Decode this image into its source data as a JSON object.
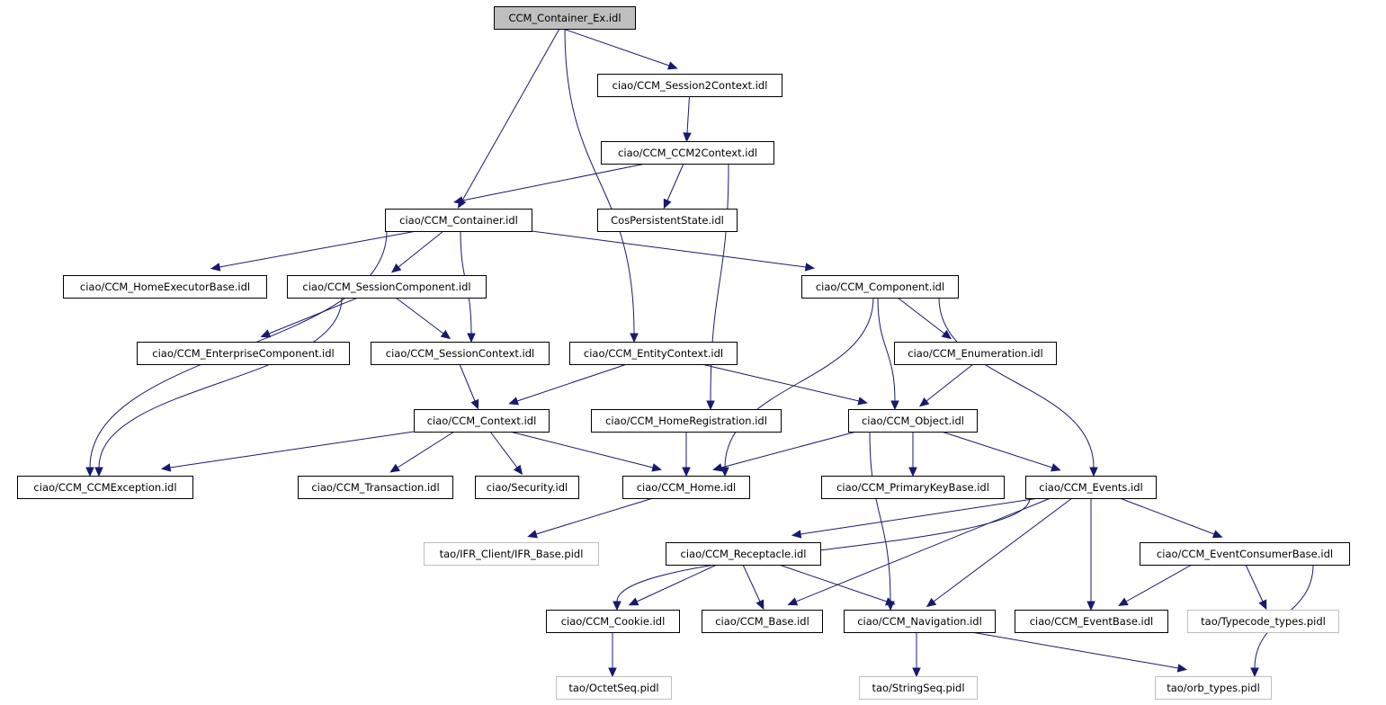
{
  "graph": {
    "nodes": [
      {
        "id": "root",
        "label": "CCM_Container_Ex.idl",
        "style": "root"
      },
      {
        "id": "s2ctx",
        "label": "ciao/CCM_Session2Context.idl"
      },
      {
        "id": "ccm2ctx",
        "label": "ciao/CCM_CCM2Context.idl"
      },
      {
        "id": "container",
        "label": "ciao/CCM_Container.idl"
      },
      {
        "id": "cospers",
        "label": "CosPersistentState.idl"
      },
      {
        "id": "homeexec",
        "label": "ciao/CCM_HomeExecutorBase.idl"
      },
      {
        "id": "sesscomp",
        "label": "ciao/CCM_SessionComponent.idl"
      },
      {
        "id": "component",
        "label": "ciao/CCM_Component.idl"
      },
      {
        "id": "entcomp",
        "label": "ciao/CCM_EnterpriseComponent.idl"
      },
      {
        "id": "sessctx",
        "label": "ciao/CCM_SessionContext.idl"
      },
      {
        "id": "entityctx",
        "label": "ciao/CCM_EntityContext.idl"
      },
      {
        "id": "enumeration",
        "label": "ciao/CCM_Enumeration.idl"
      },
      {
        "id": "context",
        "label": "ciao/CCM_Context.idl"
      },
      {
        "id": "homereg",
        "label": "ciao/CCM_HomeRegistration.idl"
      },
      {
        "id": "object",
        "label": "ciao/CCM_Object.idl"
      },
      {
        "id": "ccmexc",
        "label": "ciao/CCM_CCMException.idl"
      },
      {
        "id": "transaction",
        "label": "ciao/CCM_Transaction.idl"
      },
      {
        "id": "security",
        "label": "ciao/Security.idl"
      },
      {
        "id": "home",
        "label": "ciao/CCM_Home.idl"
      },
      {
        "id": "pkbase",
        "label": "ciao/CCM_PrimaryKeyBase.idl"
      },
      {
        "id": "events",
        "label": "ciao/CCM_Events.idl"
      },
      {
        "id": "ifrbase",
        "label": "tao/IFR_Client/IFR_Base.pidl",
        "style": "ext"
      },
      {
        "id": "receptacle",
        "label": "ciao/CCM_Receptacle.idl"
      },
      {
        "id": "evconsumer",
        "label": "ciao/CCM_EventConsumerBase.idl"
      },
      {
        "id": "cookie",
        "label": "ciao/CCM_Cookie.idl"
      },
      {
        "id": "base",
        "label": "ciao/CCM_Base.idl"
      },
      {
        "id": "navigation",
        "label": "ciao/CCM_Navigation.idl"
      },
      {
        "id": "evbase",
        "label": "ciao/CCM_EventBase.idl"
      },
      {
        "id": "typecode",
        "label": "tao/Typecode_types.pidl",
        "style": "ext"
      },
      {
        "id": "octetseq",
        "label": "tao/OctetSeq.pidl",
        "style": "ext"
      },
      {
        "id": "stringseq",
        "label": "tao/StringSeq.pidl",
        "style": "ext"
      },
      {
        "id": "orbtypes",
        "label": "tao/orb_types.pidl",
        "style": "ext"
      }
    ],
    "edges": [
      [
        "root",
        "s2ctx"
      ],
      [
        "root",
        "container"
      ],
      [
        "root",
        "entityctx"
      ],
      [
        "s2ctx",
        "ccm2ctx"
      ],
      [
        "ccm2ctx",
        "container"
      ],
      [
        "ccm2ctx",
        "cospers"
      ],
      [
        "ccm2ctx",
        "homereg"
      ],
      [
        "container",
        "homeexec"
      ],
      [
        "container",
        "sesscomp"
      ],
      [
        "container",
        "component"
      ],
      [
        "container",
        "sessctx"
      ],
      [
        "container",
        "ccmexc"
      ],
      [
        "sesscomp",
        "entcomp"
      ],
      [
        "sesscomp",
        "sessctx"
      ],
      [
        "sesscomp",
        "ccmexc"
      ],
      [
        "sessctx",
        "context"
      ],
      [
        "entityctx",
        "context"
      ],
      [
        "entityctx",
        "object"
      ],
      [
        "component",
        "enumeration"
      ],
      [
        "component",
        "object"
      ],
      [
        "component",
        "home"
      ],
      [
        "component",
        "events"
      ],
      [
        "enumeration",
        "object"
      ],
      [
        "context",
        "ccmexc"
      ],
      [
        "context",
        "transaction"
      ],
      [
        "context",
        "security"
      ],
      [
        "context",
        "home"
      ],
      [
        "homereg",
        "home"
      ],
      [
        "object",
        "home"
      ],
      [
        "object",
        "pkbase"
      ],
      [
        "object",
        "events"
      ],
      [
        "object",
        "navigation"
      ],
      [
        "home",
        "ifrbase"
      ],
      [
        "events",
        "cookie"
      ],
      [
        "events",
        "receptacle"
      ],
      [
        "events",
        "base"
      ],
      [
        "events",
        "navigation"
      ],
      [
        "events",
        "evbase"
      ],
      [
        "events",
        "evconsumer"
      ],
      [
        "receptacle",
        "cookie"
      ],
      [
        "receptacle",
        "base"
      ],
      [
        "receptacle",
        "navigation"
      ],
      [
        "evconsumer",
        "evbase"
      ],
      [
        "evconsumer",
        "typecode"
      ],
      [
        "evconsumer",
        "orbtypes"
      ],
      [
        "cookie",
        "octetseq"
      ],
      [
        "navigation",
        "stringseq"
      ],
      [
        "navigation",
        "orbtypes"
      ]
    ]
  }
}
